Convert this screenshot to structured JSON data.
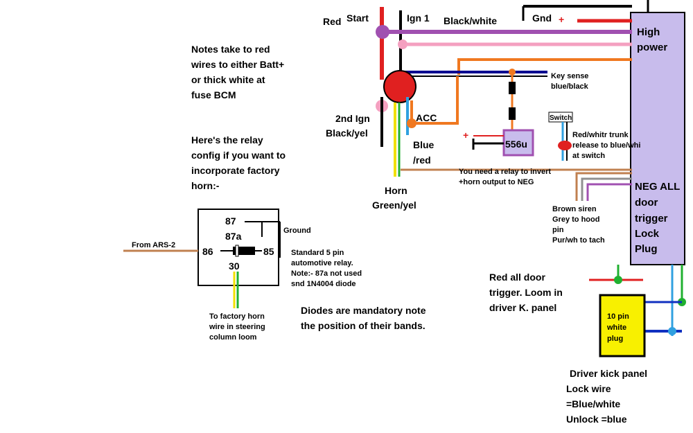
{
  "colors": {
    "red": "#e02020",
    "purple": "#a050b0",
    "pink": "#f4a0c0",
    "orange": "#f07820",
    "blue": "#1030c0",
    "navy": "#000090",
    "light_blue": "#30a0e0",
    "brown": "#c08050",
    "green": "#20b030",
    "yellow": "#f0e000",
    "panel_purple": "#c8bcec",
    "grey": "#909090"
  },
  "notes": {
    "line1": "Notes take to red",
    "line2": "wires to either Batt+",
    "line3": "or thick white at",
    "line4": "fuse BCM"
  },
  "relay_intro": {
    "line1": "Here's the relay",
    "line2": "config if you want to",
    "line3": "incorporate factory",
    "line4": "horn:-"
  },
  "ignition": {
    "red": "Red",
    "start": "Start",
    "ign1": "Ign 1",
    "black_white": "Black/white",
    "gnd": "Gnd",
    "plus": "+",
    "second_ign_1": "2nd Ign",
    "second_ign_2": "Black/yel",
    "acc": "ACC",
    "blue_red_1": "Blue",
    "blue_red_2": "/red",
    "horn_1": "Horn",
    "horn_2": "Green/yel"
  },
  "high_power": {
    "line1": "High",
    "line2": "power"
  },
  "neg_panel": {
    "line1": "NEG ALL",
    "line2": "door",
    "line3": "trigger",
    "line4": "Lock",
    "line5": "Plug"
  },
  "key_sense": {
    "line1": "Key sense",
    "line2": "blue/black"
  },
  "timer": {
    "label": "556u",
    "plus": "+"
  },
  "switch_label": "Switch",
  "trunk": {
    "line1": "Red/whitr trunk",
    "line2": "release to blue/whi",
    "line3": "at switch"
  },
  "relay_note": {
    "line1": "You need a relay to invert",
    "line2": "+horn output to NEG"
  },
  "aux_wires": {
    "line1": "Brown siren",
    "line2": "Grey to hood",
    "line3": "pin",
    "line4": "Pur/wh to tach"
  },
  "relay": {
    "pin87": "87",
    "pin87a": "87a",
    "pin86": "86",
    "pin85": "85",
    "pin30": "30",
    "from": "From ARS-2",
    "ground": "Ground"
  },
  "relay_desc": {
    "line1": "Standard 5 pin",
    "line2": "automotive relay.",
    "line3": "Note:- 87a not used",
    "line4": "snd 1N4004 diode"
  },
  "horn_wire": {
    "line1": "To factory horn",
    "line2": "wire in steering",
    "line3": "column loom"
  },
  "diodes": {
    "line1": "Diodes are mandatory note",
    "line2": "the position of their bands."
  },
  "red_trigger": {
    "line1": "Red all door",
    "line2": "trigger. Loom in",
    "line3": "driver K. panel"
  },
  "plug10": {
    "line1": "10 pin",
    "line2": "white",
    "line3": "plug"
  },
  "kick_panel": {
    "line1": "Driver kick panel",
    "line2": "Lock wire",
    "line3": "=Blue/white",
    "line4": "Unlock =blue"
  }
}
